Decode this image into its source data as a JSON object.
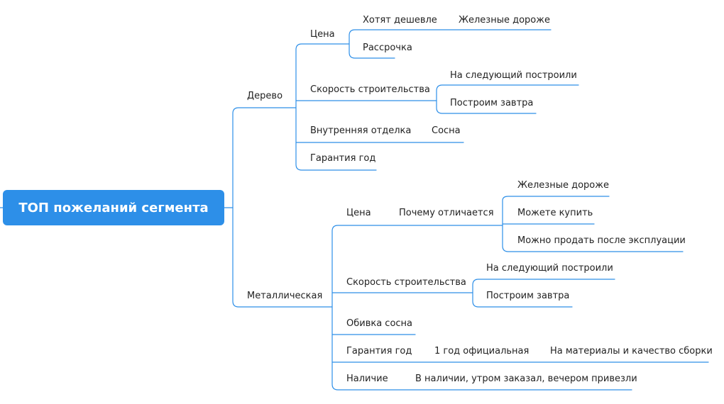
{
  "root": {
    "label": "ТОП пожеланий сегмента"
  },
  "colors": {
    "accent": "#2d8fe8",
    "line": "#2d8fe8",
    "text": "#222222"
  },
  "branches": {
    "wood": {
      "label": "Дерево",
      "price": {
        "label": "Цена",
        "cheaper": "Хотят дешевле",
        "cheaper_note": "Железные дороже",
        "installment": "Рассрочка"
      },
      "speed": {
        "label": "Скорость строительства",
        "next_day": "На следующий построили",
        "tomorrow": "Построим завтра"
      },
      "interior": {
        "label": "Внутренняя отделка",
        "pine": "Сосна"
      },
      "warranty": {
        "label": "Гарантия год"
      }
    },
    "metal": {
      "label": "Металлическая",
      "price": {
        "label": "Цена",
        "why": "Почему отличается",
        "iron": "Железные дороже",
        "can_buy": "Можете купить",
        "resell": "Можно продать после эксплуации"
      },
      "speed": {
        "label": "Скорость строительства",
        "next_day": "На следующий построили",
        "tomorrow": "Построим завтра"
      },
      "cladding": {
        "label": "Обивка сосна"
      },
      "warranty": {
        "label": "Гарантия год",
        "official": "1 год официальная",
        "coverage": "На материалы и качество сборки"
      },
      "availability": {
        "label": "Наличие",
        "detail": "В наличии, утром заказал, вечером привезли"
      }
    }
  }
}
